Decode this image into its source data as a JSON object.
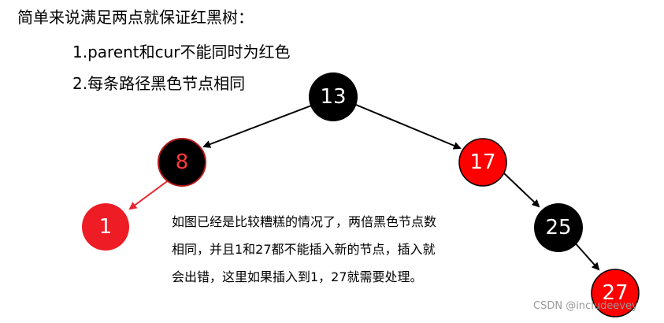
{
  "intro": "简单来说满足两点就保证红黑树：",
  "rules": [
    "1.parent和cur不能同时为红色",
    "2.每条路径黑色节点相同"
  ],
  "note_lines": [
    "如图已经是比较糟糕的情况了，两倍黑色节点数",
    "相同，并且1和27都不能插入新的节点，插入就",
    "会出错，这里如果插入到1，27就需要处理。"
  ],
  "watermark": "CSDN @includeevey",
  "colors": {
    "black_node": "#000000",
    "red_node": "#ff0000",
    "red_node_light": "#ee1c24",
    "red_edge": "#e8262e",
    "black_edge": "#000000"
  },
  "nodes": [
    {
      "id": "n13",
      "label": "13",
      "color": "black"
    },
    {
      "id": "n8",
      "label": "8",
      "color": "black"
    },
    {
      "id": "n17",
      "label": "17",
      "color": "red"
    },
    {
      "id": "n1",
      "label": "1",
      "color": "red"
    },
    {
      "id": "n25",
      "label": "25",
      "color": "black"
    },
    {
      "id": "n27",
      "label": "27",
      "color": "red"
    }
  ],
  "edges": [
    {
      "from": "n13",
      "to": "n8",
      "color": "black"
    },
    {
      "from": "n13",
      "to": "n17",
      "color": "black"
    },
    {
      "from": "n8",
      "to": "n1",
      "color": "red"
    },
    {
      "from": "n17",
      "to": "n25",
      "color": "black"
    },
    {
      "from": "n25",
      "to": "n27",
      "color": "black"
    }
  ]
}
